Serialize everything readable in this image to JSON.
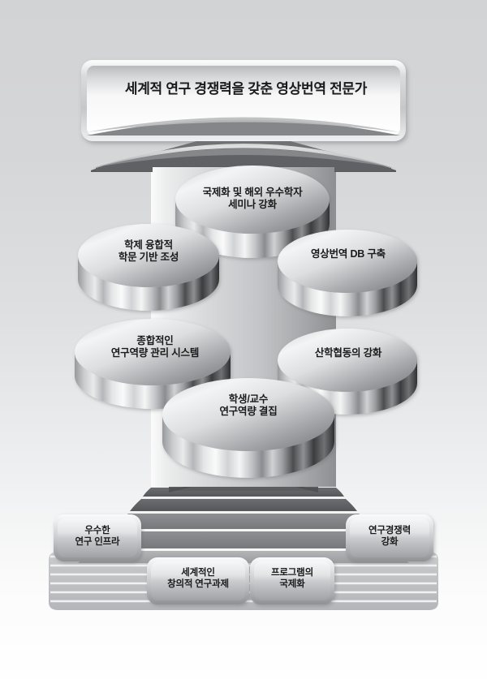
{
  "diagram": {
    "title": "세계적 연구 경쟁력을 갖춘 영상번역 전문가",
    "title_banner_name": "goal-banner",
    "colors": {
      "background_top": "#d2d3d5",
      "background_bottom": "#ffffff",
      "arrow_dark": "#5d5e60",
      "arrow_mid": "#8e9093",
      "arrow_light": "#e8e9ea",
      "cylinder_top_light": "#f2f3f4",
      "cylinder_top_dark": "#6e7074",
      "text": "#1a1a1a",
      "base_band": "#808285",
      "box_fill_light": "#f3f4f5",
      "box_fill_dark": "#9b9ea1"
    },
    "strategy_nodes": [
      {
        "id": "node-internationalization-seminar",
        "label": "국제화 및 해외 우수학자\n세미나 강화"
      },
      {
        "id": "node-interdisciplinary-foundation",
        "label": "학제 융합적\n학문 기반 조성"
      },
      {
        "id": "node-av-translation-db",
        "label": "영상번역 DB 구축"
      },
      {
        "id": "node-research-capacity-system",
        "label": "종합적인\n연구역량 관리 시스템"
      },
      {
        "id": "node-industry-academia",
        "label": "산학협동의 강화"
      },
      {
        "id": "node-student-faculty-capacity",
        "label": "학생/교수\n연구역량 결집"
      }
    ],
    "foundation_boxes": [
      {
        "id": "box-research-infrastructure",
        "label": "우수한\n연구 인프라"
      },
      {
        "id": "box-creative-research-tasks",
        "label": "세계적인\n창의적 연구과제"
      },
      {
        "id": "box-program-internationalization",
        "label": "프로그램의\n국제화"
      },
      {
        "id": "box-research-competitiveness",
        "label": "연구경쟁력\n강화"
      }
    ]
  }
}
